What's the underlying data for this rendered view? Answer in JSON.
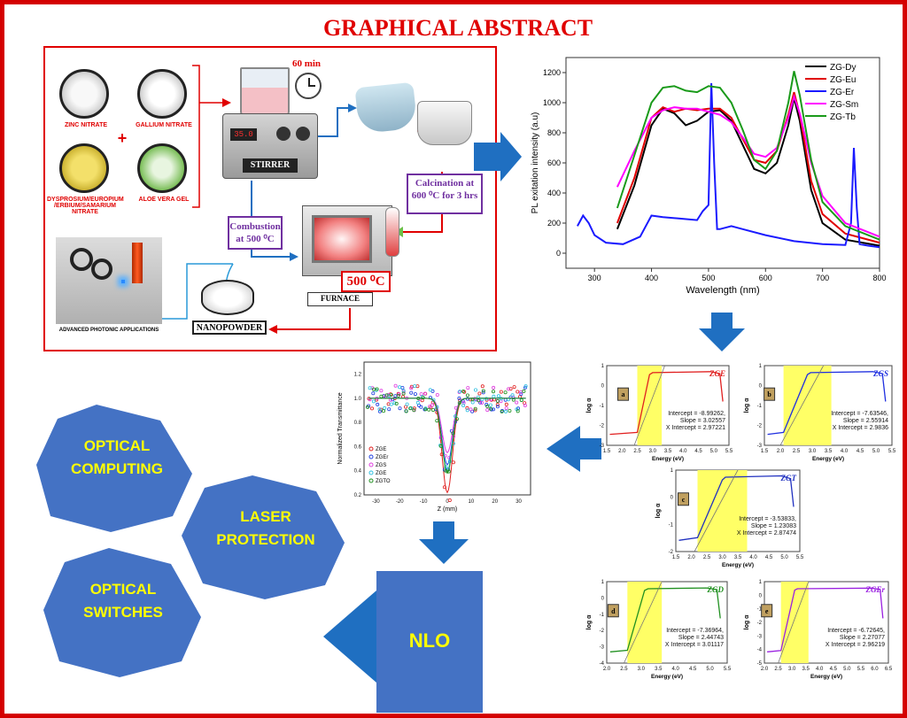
{
  "title": "GRAPHICAL ABSTRACT",
  "synthesis": {
    "reagents": [
      {
        "label": "ZINC NITRATE"
      },
      {
        "label": "GALLIUM NITRATE"
      },
      {
        "label": "DYSPROSIUM/EUROPIUM /ERBIUM/SAMARIUM NITRATE"
      },
      {
        "label": "ALOE VERA GEL"
      }
    ],
    "plus": "+",
    "time": "60 min",
    "stirrer": "STIRRER",
    "combustion": "Combustion at 500 ⁰C",
    "calcination": "Calcination at 600 ⁰C for 3 hrs",
    "furnace": "FURNACE",
    "furnace_temp": "500 ⁰C",
    "nanopowder": "NANOPOWDER",
    "photonic": "ADVANCED PHOTONIC APPLICATIONS",
    "display": "35.0"
  },
  "applications": {
    "computing": "OPTICAL COMPUTING",
    "laser": "LASER PROTECTION",
    "switches": "OPTICAL SWITCHES",
    "nlo": "NLO"
  },
  "colors": {
    "frame": "#d40000",
    "arrow": "#1f6fc1",
    "polygon": "#4472c4",
    "app_text": "#ffff00"
  },
  "chart_data": [
    {
      "type": "line",
      "ylabel": "PL exitation intensity (a.u)",
      "xlabel": "Wavelength (nm)",
      "xlim": [
        250,
        800
      ],
      "ylim": [
        -100,
        1300
      ],
      "xticks": [
        300,
        400,
        500,
        600,
        700,
        800
      ],
      "yticks": [
        0,
        200,
        400,
        600,
        800,
        1000,
        1200
      ],
      "legend": "top-right",
      "series": [
        {
          "name": "ZG-Dy",
          "color": "#000000",
          "x": [
            340,
            370,
            400,
            420,
            440,
            460,
            480,
            500,
            520,
            540,
            560,
            580,
            600,
            620,
            640,
            650,
            660,
            680,
            700,
            740,
            800
          ],
          "y": [
            160,
            450,
            850,
            960,
            930,
            850,
            880,
            940,
            950,
            880,
            720,
            560,
            530,
            600,
            850,
            1030,
            880,
            420,
            200,
            90,
            50
          ]
        },
        {
          "name": "ZG-Eu",
          "color": "#e00000",
          "x": [
            340,
            370,
            400,
            420,
            440,
            460,
            480,
            500,
            520,
            540,
            560,
            580,
            600,
            620,
            640,
            650,
            660,
            680,
            700,
            740,
            800
          ],
          "y": [
            200,
            500,
            900,
            970,
            940,
            960,
            950,
            960,
            960,
            900,
            760,
            620,
            600,
            680,
            920,
            1070,
            920,
            480,
            260,
            130,
            70
          ]
        },
        {
          "name": "ZG-Er",
          "color": "#1a1aff",
          "x": [
            270,
            280,
            290,
            300,
            320,
            350,
            380,
            400,
            420,
            450,
            480,
            490,
            500,
            505,
            510,
            515,
            520,
            540,
            560,
            600,
            650,
            700,
            740,
            750,
            755,
            760,
            765,
            780,
            800
          ],
          "y": [
            180,
            250,
            200,
            120,
            70,
            60,
            110,
            250,
            240,
            230,
            220,
            280,
            320,
            1130,
            600,
            160,
            160,
            180,
            160,
            120,
            80,
            60,
            55,
            200,
            700,
            300,
            60,
            50,
            40
          ]
        },
        {
          "name": "ZG-Sm",
          "color": "#ff00ff",
          "x": [
            340,
            370,
            400,
            420,
            440,
            460,
            480,
            500,
            520,
            540,
            560,
            580,
            600,
            620,
            640,
            650,
            660,
            680,
            700,
            740,
            800
          ],
          "y": [
            440,
            680,
            900,
            950,
            970,
            960,
            960,
            940,
            920,
            870,
            770,
            660,
            640,
            700,
            900,
            1040,
            930,
            600,
            380,
            200,
            110
          ]
        },
        {
          "name": "ZG-Tb",
          "color": "#1a9a1a",
          "x": [
            340,
            370,
            400,
            420,
            440,
            460,
            480,
            500,
            520,
            540,
            560,
            580,
            600,
            620,
            640,
            650,
            660,
            680,
            700,
            740,
            800
          ],
          "y": [
            300,
            650,
            1000,
            1100,
            1110,
            1080,
            1070,
            1110,
            1100,
            1000,
            820,
            620,
            560,
            680,
            1000,
            1210,
            1050,
            620,
            340,
            180,
            90
          ]
        }
      ]
    },
    {
      "type": "scatter",
      "ylabel": "Normalized Transmittance",
      "xlabel": "Z (mm)",
      "xlim": [
        -35,
        35
      ],
      "ylim": [
        0.2,
        1.3
      ],
      "xticks": [
        -30,
        -20,
        -10,
        0,
        10,
        20,
        30
      ],
      "yticks": [
        0.2,
        0.4,
        0.6,
        0.8,
        1.0,
        1.2
      ],
      "legend": "bottom-left",
      "series": [
        {
          "name": "ZGE",
          "color": "#e02020"
        },
        {
          "name": "ZGEr",
          "color": "#2040e0"
        },
        {
          "name": "ZGS",
          "color": "#e040e0"
        },
        {
          "name": "ZGE",
          "color": "#30c0e0"
        },
        {
          "name": "ZGTO",
          "color": "#209020"
        }
      ]
    },
    {
      "type": "line",
      "label": "ZGE",
      "tag": "a",
      "color": "#e02020",
      "xlabel": "Energy (eV)",
      "ylabel": "log α",
      "xlim": [
        1.5,
        5.5
      ],
      "ylim": [
        -3,
        1
      ],
      "xticks": [
        1.5,
        2.0,
        2.5,
        3.0,
        3.5,
        4.0,
        4.5,
        5.0,
        5.5
      ],
      "yticks": [
        -3,
        -2,
        -1,
        0,
        1
      ],
      "band": [
        2.5,
        3.3
      ],
      "stats": [
        "Intercept = -8.99262,",
        "Slope = 3.02557",
        "X Intercept = 2.97221"
      ]
    },
    {
      "type": "line",
      "label": "ZGS",
      "tag": "b",
      "color": "#2030e0",
      "xlabel": "Energy (eV)",
      "ylabel": "log α",
      "xlim": [
        1.5,
        5.5
      ],
      "ylim": [
        -3,
        1
      ],
      "xticks": [
        1.5,
        2.0,
        2.5,
        3.0,
        3.5,
        4.0,
        4.5,
        5.0,
        5.5
      ],
      "yticks": [
        -3,
        -2,
        -1,
        0,
        1
      ],
      "band": [
        2.1,
        3.6
      ],
      "stats": [
        "Intercept = -7.63546,",
        "Slope = 2.55914",
        "X Intercept = 2.9836"
      ]
    },
    {
      "type": "line",
      "label": "ZGT",
      "tag": "c",
      "color": "#2030c0",
      "xlabel": "Energy (eV)",
      "ylabel": "log α",
      "xlim": [
        1.5,
        5.5
      ],
      "ylim": [
        -2,
        1
      ],
      "xticks": [
        1.5,
        2.0,
        2.5,
        3.0,
        3.5,
        4.0,
        4.5,
        5.0,
        5.5
      ],
      "yticks": [
        -2,
        -1,
        0,
        1
      ],
      "band": [
        2.2,
        3.8
      ],
      "stats": [
        "Intercept = -3.53833,",
        "Slope = 1.23083",
        "X Intercept = 2.87474"
      ]
    },
    {
      "type": "line",
      "label": "ZGD",
      "tag": "d",
      "color": "#209020",
      "xlabel": "Energy (eV)",
      "ylabel": "log α",
      "xlim": [
        2.0,
        5.5
      ],
      "ylim": [
        -4,
        1
      ],
      "xticks": [
        2.0,
        2.5,
        3.0,
        3.5,
        4.0,
        4.5,
        5.0,
        5.5
      ],
      "yticks": [
        -4,
        -3,
        -2,
        -1,
        0,
        1
      ],
      "band": [
        2.6,
        3.6
      ],
      "stats": [
        "Intercept = -7.36964,",
        "Slope = 2.44743",
        "X Intercept = 3.01117"
      ]
    },
    {
      "type": "line",
      "label": "ZGEr",
      "tag": "e",
      "color": "#9a20e0",
      "xlabel": "Energy (eV)",
      "ylabel": "log α",
      "xlim": [
        2.0,
        6.5
      ],
      "ylim": [
        -5,
        1
      ],
      "xticks": [
        2.0,
        2.5,
        3.0,
        3.5,
        4.0,
        4.5,
        5.0,
        5.5,
        6.0,
        6.5
      ],
      "yticks": [
        -5,
        -4,
        -3,
        -2,
        -1,
        0,
        1
      ],
      "band": [
        2.6,
        3.6
      ],
      "stats": [
        "Intercept = -6.72645,",
        "Slope = 2.27077",
        "X Intercept = 2.96219"
      ]
    }
  ]
}
